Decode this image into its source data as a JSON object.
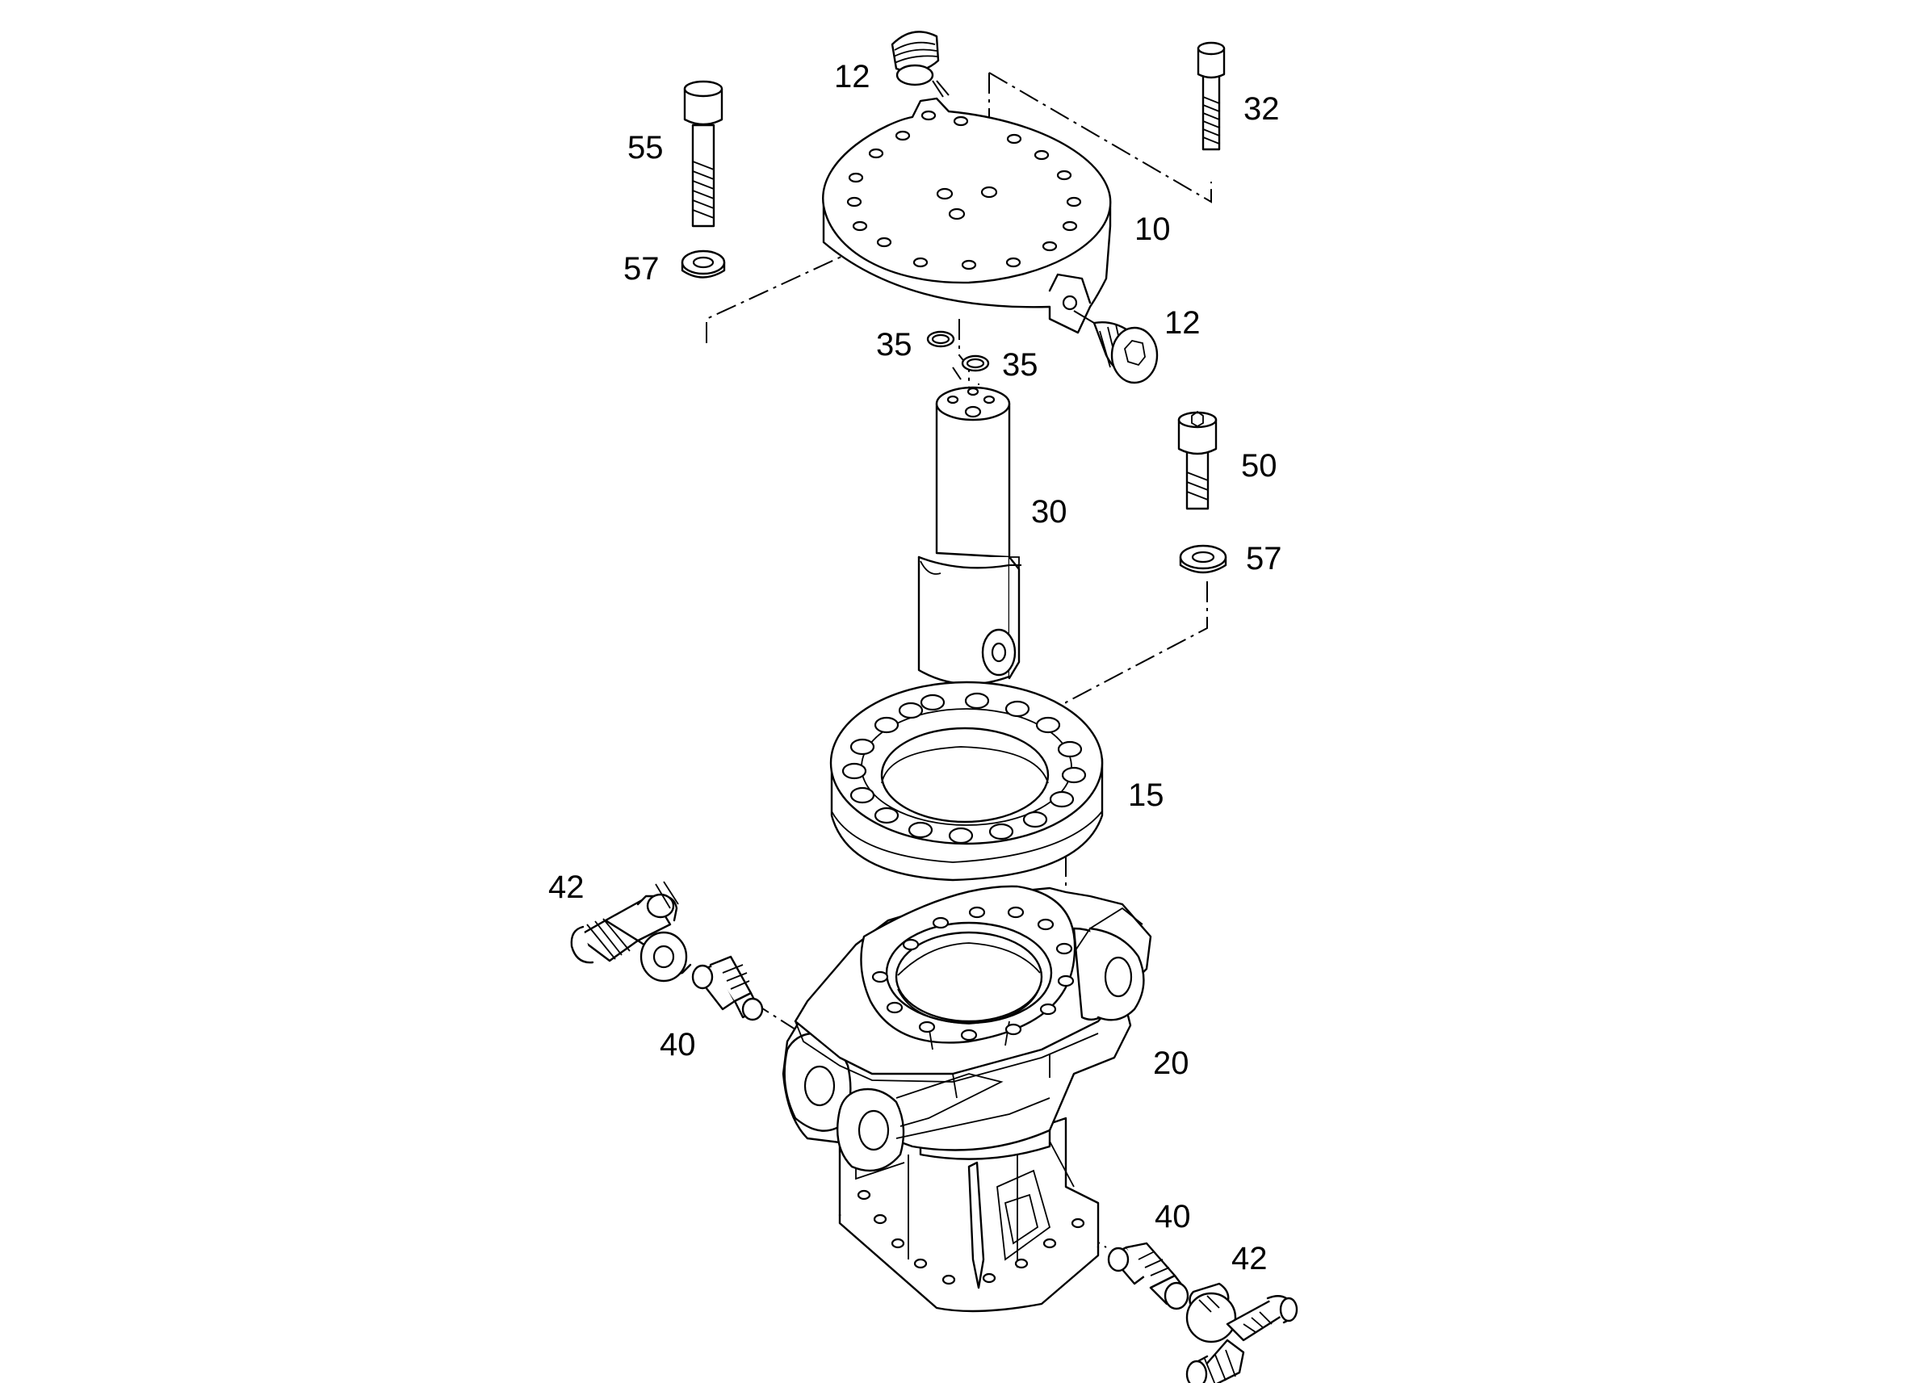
{
  "diagram": {
    "type": "exploded-parts-view",
    "callouts": {
      "c12_top": "12",
      "c55": "55",
      "c32": "32",
      "c10": "10",
      "c57_top": "57",
      "c12_side": "12",
      "c35_left": "35",
      "c35_right": "35",
      "c50": "50",
      "c30": "30",
      "c57_mid": "57",
      "c15": "15",
      "c42_left": "42",
      "c40_left": "40",
      "c20": "20",
      "c40_right": "40",
      "c42_right": "42"
    },
    "colors": {
      "line": "#000000",
      "background": "#ffffff"
    }
  }
}
